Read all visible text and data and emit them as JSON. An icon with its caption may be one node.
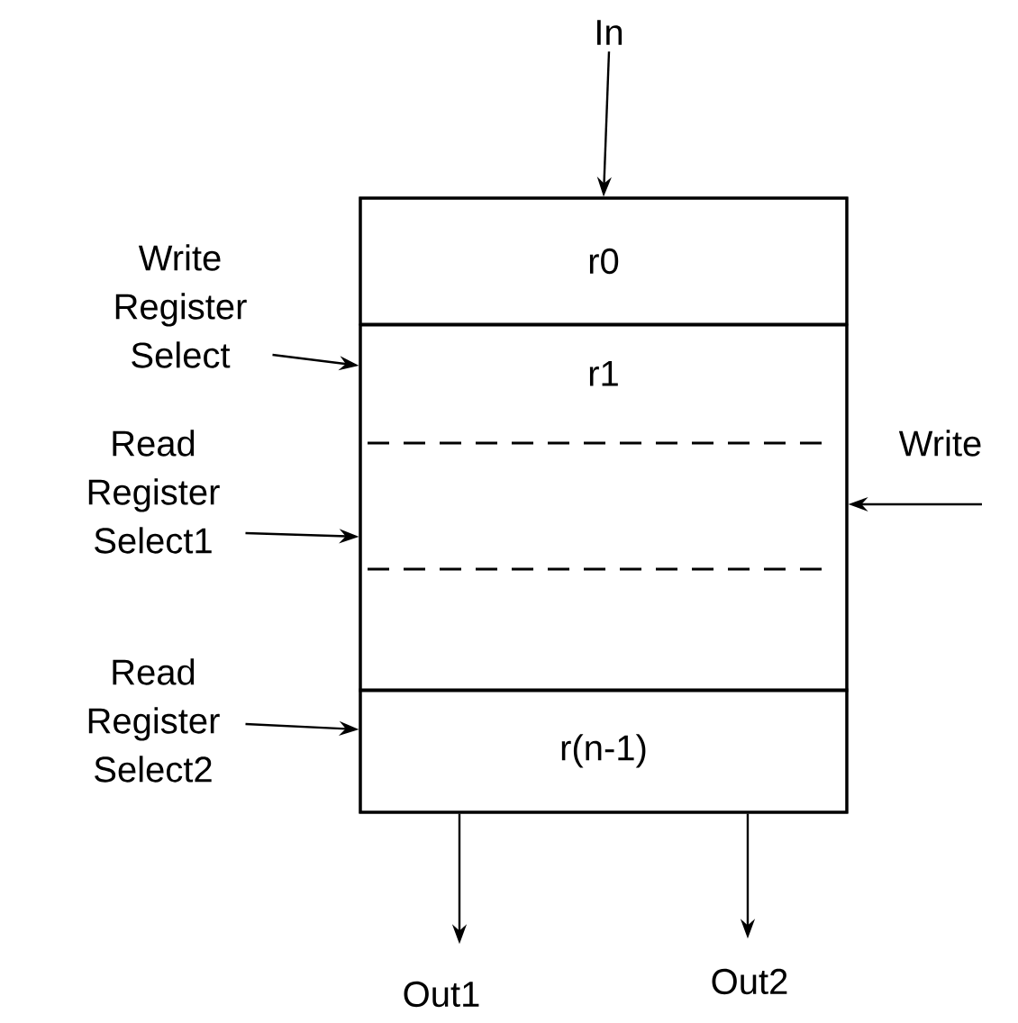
{
  "diagram": {
    "nodes": [
      {
        "text": [],
        "shape": "box"
      },
      {
        "text": [
          "r0"
        ],
        "in": 0
      },
      {
        "text": [
          "r1"
        ],
        "in": 0
      },
      {
        "text": [
          "r(n-1)"
        ],
        "in": 0
      },
      {
        "text": [
          "In"
        ]
      },
      {
        "text": [
          "Write Register Select"
        ]
      },
      {
        "text": [
          "Read Register Select1"
        ]
      },
      {
        "text": [
          "Read Register Select2"
        ]
      },
      {
        "text": [
          "Write"
        ]
      },
      {
        "text": [
          "Out1"
        ]
      },
      {
        "text": [
          "Out2"
        ]
      }
    ],
    "edges": [
      {
        "from": 4,
        "to": 1,
        "arrow": "to"
      },
      {
        "from": 5,
        "to": 2,
        "arrow": "to"
      },
      {
        "from": 6,
        "to": 0,
        "arrow": "to"
      },
      {
        "from": 7,
        "to": 3,
        "arrow": "to"
      },
      {
        "from": 8,
        "to": 0,
        "arrow": "to"
      },
      {
        "from": 3,
        "to": 9,
        "arrow": "to"
      },
      {
        "from": 3,
        "to": 10,
        "arrow": "to"
      }
    ]
  }
}
